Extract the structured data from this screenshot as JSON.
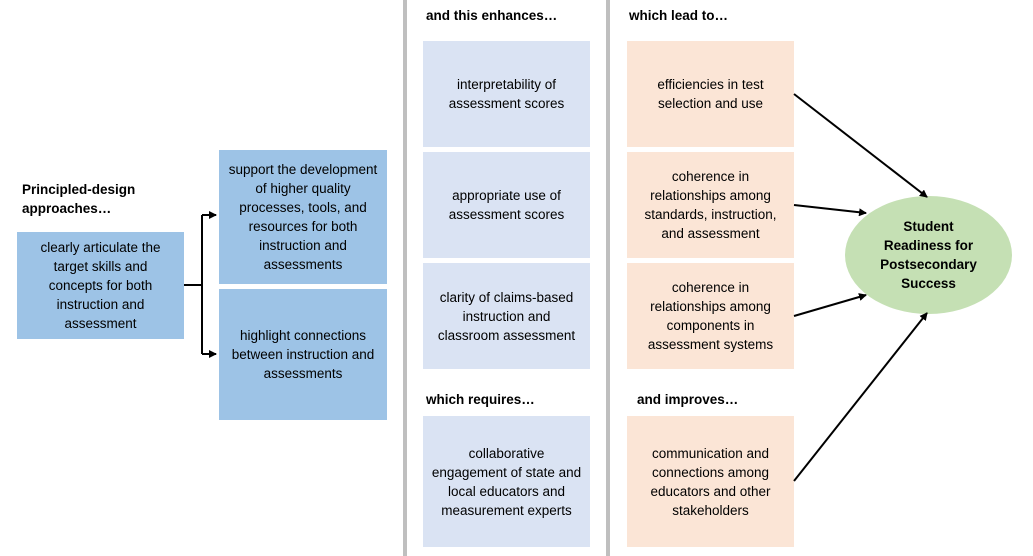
{
  "left": {
    "heading": "Principled-design approaches…",
    "main_box": "clearly articulate the target skills and concepts for both instruction and assessment"
  },
  "supports": [
    "support the development of higher quality processes, tools, and resources for both instruction and assessments",
    "highlight connections between instruction and assessments"
  ],
  "enhances": {
    "heading": "and this enhances…",
    "items": [
      "interpretability of assessment scores",
      "appropriate use of assessment scores",
      "clarity of claims-based instruction and classroom assessment"
    ]
  },
  "requires": {
    "heading": "which requires…",
    "item": "collaborative engagement of state and local educators and measurement experts"
  },
  "leads_to": {
    "heading": "which lead to…",
    "items": [
      "efficiencies in test selection and use",
      "coherence in relationships among standards, instruction, and assessment",
      "coherence in relationships among components in assessment systems"
    ]
  },
  "improves": {
    "heading": "and improves…",
    "item": "communication and connections among educators and other stakeholders"
  },
  "outcome": "Student Readiness for Postsecondary Success",
  "colors": {
    "blue_box": "#9dc3e6",
    "lavender_box": "#dae3f3",
    "peach_box": "#fbe5d6",
    "green_oval": "#c5e0b4",
    "divider": "#bfbfbf"
  }
}
